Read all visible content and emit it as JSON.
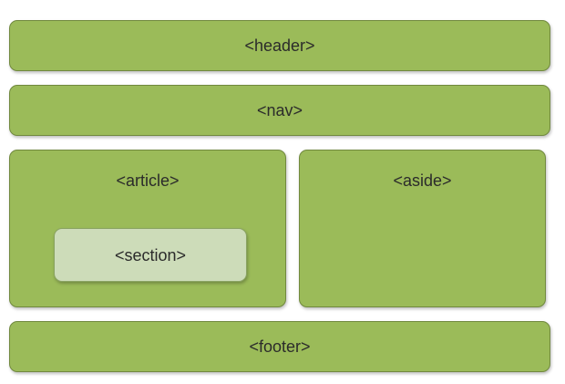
{
  "colors": {
    "block_fill": "#9bbb59",
    "block_border": "#71893f",
    "inner_fill": "#cddcb9",
    "text": "#2b2b2b"
  },
  "diagram": {
    "header": "<header>",
    "nav": "<nav>",
    "article": "<article>",
    "section": "<section>",
    "aside": "<aside>",
    "footer": "<footer>"
  }
}
